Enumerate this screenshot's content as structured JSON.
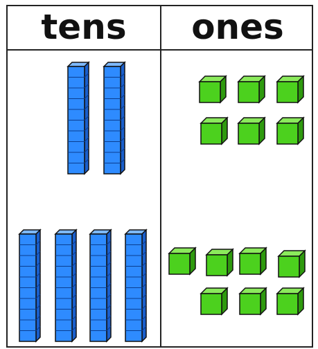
{
  "headers": {
    "tens": "tens",
    "ones": "ones"
  },
  "colors": {
    "rod_face": "#2E8BFF",
    "rod_side": "#1A5FCC",
    "rod_top": "#7DB9FF",
    "cube_face": "#4CD11E",
    "cube_side": "#2E9A0E",
    "cube_top": "#8BEA5C",
    "outline": "#111111",
    "border": "#222222"
  },
  "groups": [
    {
      "name": "upper",
      "tens_rods": 2,
      "ones_cubes": 6
    },
    {
      "name": "lower",
      "tens_rods": 4,
      "ones_cubes": 7
    }
  ]
}
